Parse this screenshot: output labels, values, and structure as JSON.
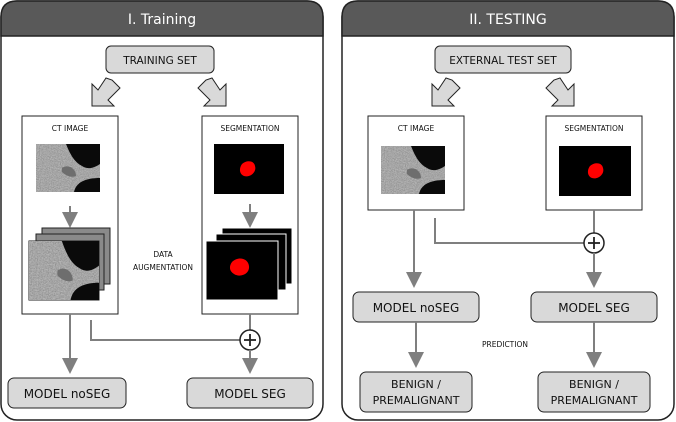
{
  "panel_training": {
    "title": "I. Training",
    "training_set": "TRAINING SET",
    "ct_image": "CT IMAGE",
    "segmentation": "SEGMENTATION",
    "data_augmentation_line1": "DATA",
    "data_augmentation_line2": "AUGMENTATION",
    "model_noseg": "MODEL noSEG",
    "model_seg": "MODEL SEG"
  },
  "panel_testing": {
    "title": "II. TESTING",
    "external_test_set": "EXTERNAL TEST SET",
    "ct_image": "CT IMAGE",
    "segmentation": "SEGMENTATION",
    "prediction": "PREDICTION",
    "model_noseg": "MODEL noSEG",
    "model_seg": "MODEL SEG",
    "result_left_line1": "BENIGN /",
    "result_left_line2": "PREMALIGNANT",
    "result_right_line1": "BENIGN /",
    "result_right_line2": "PREMALIGNANT"
  },
  "colors": {
    "header": "#595959",
    "box_fill": "#d9d9d9",
    "arrow": "#7f7f7f",
    "segment": "#ff0000"
  }
}
